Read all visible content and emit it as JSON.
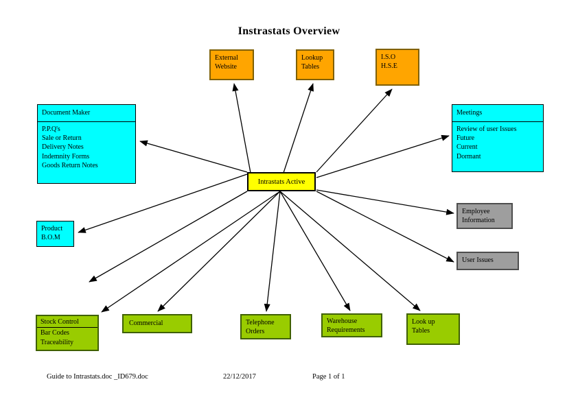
{
  "title": "Instrastats Overview",
  "colors": {
    "orange_fill": "#FFA500",
    "orange_border": "#7F6000",
    "cyan_fill": "#00FFFF",
    "cyan_border": "#000000",
    "yellow_fill": "#FFFF00",
    "yellow_border": "#000000",
    "gray_fill": "#9E9E9E",
    "gray_border": "#4D4D4D",
    "green_fill": "#99CC00",
    "green_border": "#3F6000",
    "arrow": "#000000"
  },
  "nodes": {
    "external_website": {
      "label": "External\nWebsite"
    },
    "lookup_tables_top": {
      "label": "Lookup\nTables"
    },
    "iso_hse": {
      "label": "I.S.O\nH.S.E"
    },
    "document_maker": {
      "header": "Document Maker",
      "body": "P.P.Q's\nSale or Return\nDelivery Notes\nIndemnity Forms\nGoods Return Notes"
    },
    "meetings": {
      "header": "Meetings",
      "body": "Review of user Issues\nFuture\nCurrent\nDormant"
    },
    "intrastats_active": {
      "label": "Intrastats Active"
    },
    "product_bom": {
      "label": "Product\nB.O.M"
    },
    "employee_information": {
      "label": "Employee\nInformation"
    },
    "user_issues": {
      "label": "User Issues"
    },
    "stock_control": {
      "header": "Stock Control",
      "body": "Bar Codes\nTraceability"
    },
    "commercial": {
      "label": "Commercial"
    },
    "telephone_orders": {
      "label": "Telephone\nOrders"
    },
    "warehouse_requirements": {
      "label": "Warehouse\nRequirements"
    },
    "lookup_tables_bottom": {
      "label": "Look up\nTables"
    }
  },
  "edges": [
    {
      "from": "intrastats_active",
      "to": "external_website"
    },
    {
      "from": "intrastats_active",
      "to": "lookup_tables_top"
    },
    {
      "from": "intrastats_active",
      "to": "iso_hse"
    },
    {
      "from": "intrastats_active",
      "to": "document_maker"
    },
    {
      "from": "intrastats_active",
      "to": "meetings"
    },
    {
      "from": "intrastats_active",
      "to": "product_bom"
    },
    {
      "from": "intrastats_active",
      "to": "employee_information"
    },
    {
      "from": "intrastats_active",
      "to": "user_issues"
    },
    {
      "from": "intrastats_active",
      "to": "(dangling arrow, no target box)"
    },
    {
      "from": "intrastats_active",
      "to": "stock_control"
    },
    {
      "from": "intrastats_active",
      "to": "commercial"
    },
    {
      "from": "intrastats_active",
      "to": "telephone_orders"
    },
    {
      "from": "intrastats_active",
      "to": "warehouse_requirements"
    },
    {
      "from": "intrastats_active",
      "to": "lookup_tables_bottom"
    }
  ],
  "footer": {
    "left": "Guide to Intrastats.doc _ID679.doc",
    "center": "22/12/2017",
    "right": "Page 1 of 1"
  }
}
